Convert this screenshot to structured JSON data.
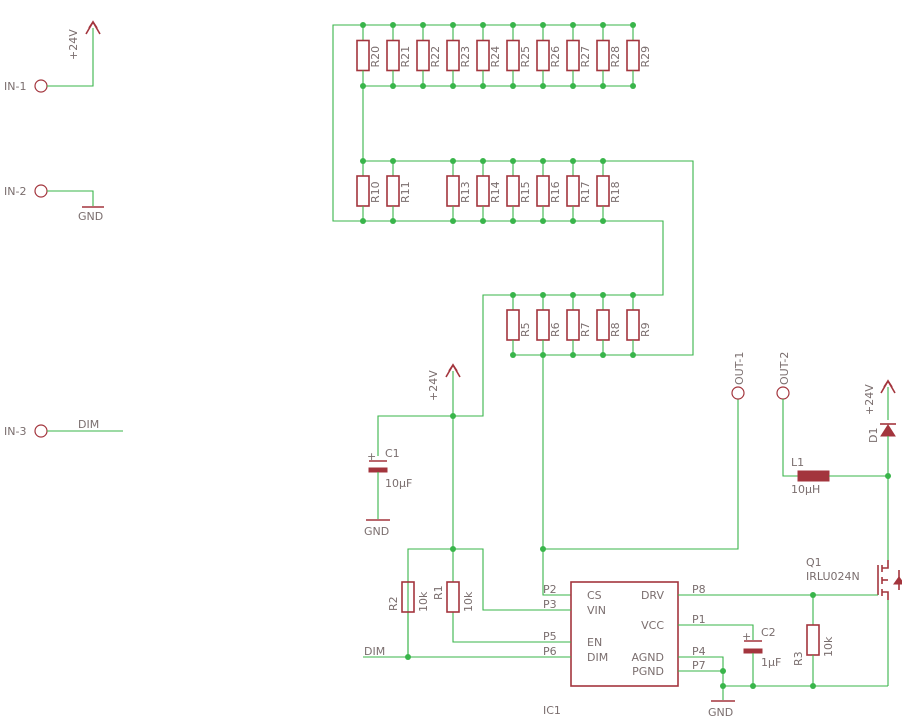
{
  "inputs": [
    {
      "label": "IN-1",
      "net": "+24V"
    },
    {
      "label": "IN-2",
      "net": "GND"
    },
    {
      "label": "IN-3",
      "net": "DIM"
    }
  ],
  "outputs": [
    {
      "label": "OUT-1"
    },
    {
      "label": "OUT-2"
    }
  ],
  "supply_labels": {
    "v24": "+24V",
    "gnd": "GND",
    "dim": "DIM"
  },
  "resistor_row1": [
    "R20",
    "R21",
    "R22",
    "R23",
    "R24",
    "R25",
    "R26",
    "R27",
    "R28",
    "R29"
  ],
  "resistor_row2": [
    "R10",
    "R11",
    "R13",
    "R14",
    "R15",
    "R16",
    "R17",
    "R18"
  ],
  "resistor_row3": [
    "R5",
    "R6",
    "R7",
    "R8",
    "R9"
  ],
  "components": {
    "c1": {
      "name": "C1",
      "value": "10µF"
    },
    "c2": {
      "name": "C2",
      "value": "1µF"
    },
    "l1": {
      "name": "L1",
      "value": "10µH"
    },
    "d1": {
      "name": "D1"
    },
    "q1": {
      "name": "Q1",
      "value": "IRLU024N"
    },
    "r1": {
      "name": "R1",
      "value": "10k"
    },
    "r2": {
      "name": "R2",
      "value": "10k"
    },
    "r3": {
      "name": "R3",
      "value": "10k"
    },
    "ic1": {
      "name": "IC1"
    }
  },
  "ic_pins_left": [
    {
      "pin": "P2",
      "name": "CS"
    },
    {
      "pin": "P3",
      "name": "VIN"
    },
    {
      "pin": "P5",
      "name": "EN"
    },
    {
      "pin": "P6",
      "name": "DIM"
    }
  ],
  "ic_pins_right": [
    {
      "pin": "P8",
      "name": "DRV"
    },
    {
      "pin": "P1",
      "name": "VCC"
    },
    {
      "pin": "P4",
      "name": "AGND"
    },
    {
      "pin": "P7",
      "name": "PGND"
    }
  ]
}
